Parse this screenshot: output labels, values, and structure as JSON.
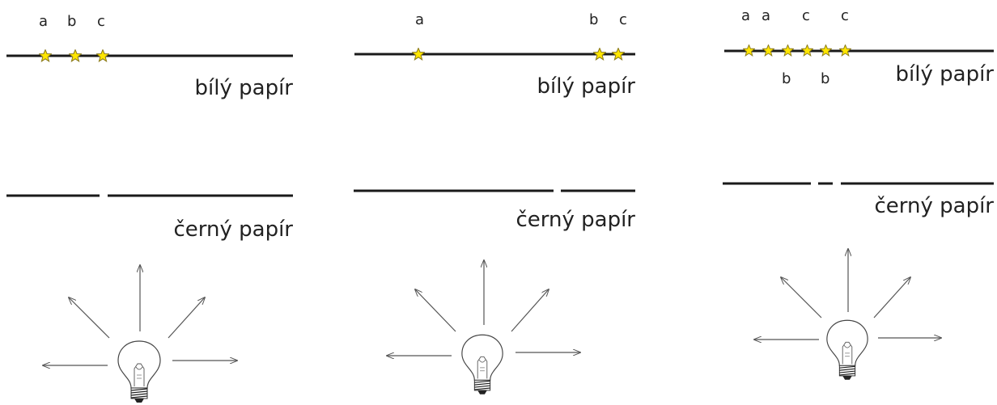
{
  "colors": {
    "star_fill": "#ffe600",
    "star_stroke": "#8a7a1a",
    "line": "#1a1a1a",
    "arrow": "#555555"
  },
  "panels": [
    {
      "white_paper_label": "bílý papír",
      "black_paper_label": "černý papír",
      "point_labels": [
        "a",
        "b",
        "c"
      ]
    },
    {
      "white_paper_label": "bílý papír",
      "black_paper_label": "černý papír",
      "point_labels": [
        "a",
        "b",
        "c"
      ]
    },
    {
      "white_paper_label": "bílý papír",
      "black_paper_label": "černý papír",
      "point_labels_top": [
        "a",
        "a",
        "c",
        "c"
      ],
      "point_labels_bottom": [
        "b",
        "b"
      ]
    }
  ]
}
